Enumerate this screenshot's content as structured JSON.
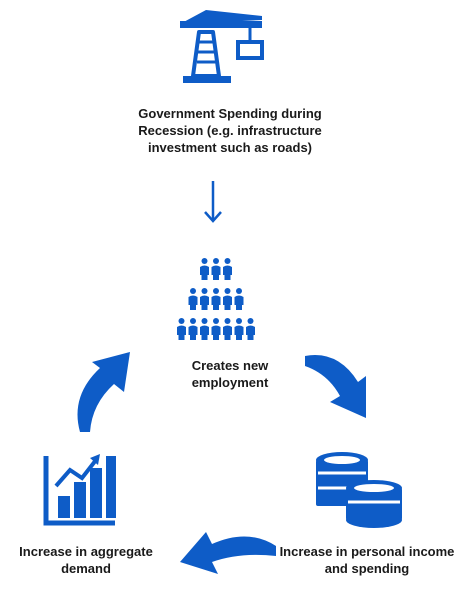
{
  "colors": {
    "accent": "#0e5cc7"
  },
  "nodes": {
    "government_spending": {
      "icon": "crane-icon",
      "label_lines": [
        "Government Spending during",
        "Recession (e.g. infrastructure",
        "investment such as roads)"
      ]
    },
    "employment": {
      "icon": "people-group-icon",
      "label_lines": [
        "Creates new",
        "employment"
      ]
    },
    "income": {
      "icon": "coins-icon",
      "label_lines": [
        "Increase in personal income",
        "and spending"
      ]
    },
    "demand": {
      "icon": "growth-chart-icon",
      "label_lines": [
        "Increase in aggregate",
        "demand"
      ]
    }
  }
}
